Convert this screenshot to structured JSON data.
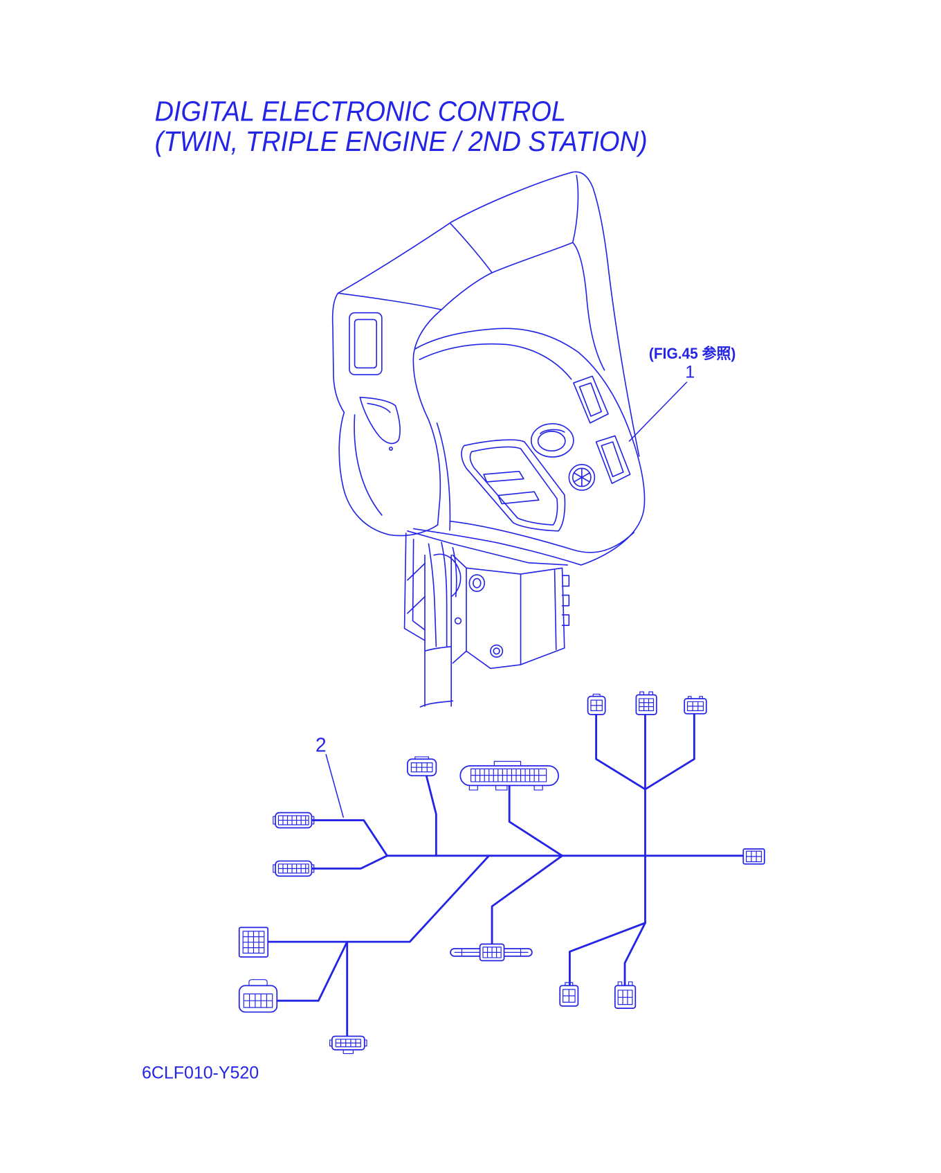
{
  "title": {
    "line1": "DIGITAL ELECTRONIC CONTROL",
    "line2": "(TWIN, TRIPLE ENGINE / 2ND STATION)"
  },
  "callouts": {
    "fig_ref": "(FIG.45 参照)",
    "item_1": "1",
    "item_2": "2"
  },
  "part_code": "6CLF010-Y520",
  "colors": {
    "ink": "#2424e6",
    "background": "#ffffff"
  }
}
